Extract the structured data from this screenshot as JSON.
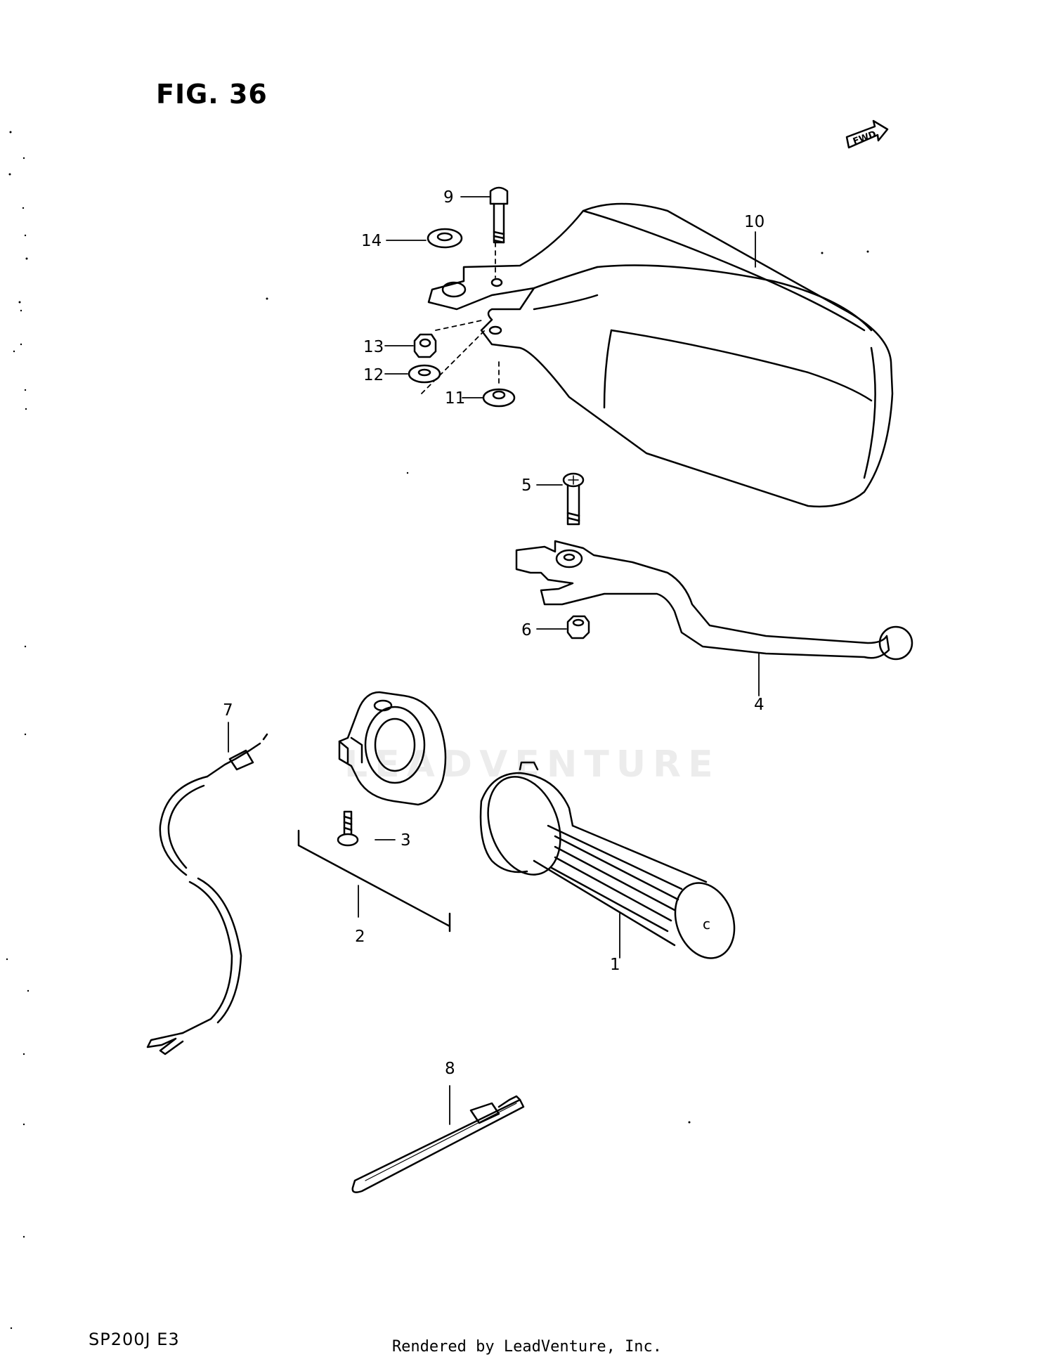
{
  "figure": {
    "title": "FIG. 36",
    "fwd_label": "FWD",
    "model_code": "SP200J  E3",
    "credit": "Rendered by LeadVenture, Inc.",
    "watermark_text": "LEADVENTURE"
  },
  "callouts": [
    "1",
    "2",
    "3",
    "4",
    "5",
    "6",
    "7",
    "8",
    "9",
    "10",
    "11",
    "12",
    "13",
    "14"
  ],
  "colors": {
    "ink": "#000000",
    "paper": "#ffffff"
  }
}
